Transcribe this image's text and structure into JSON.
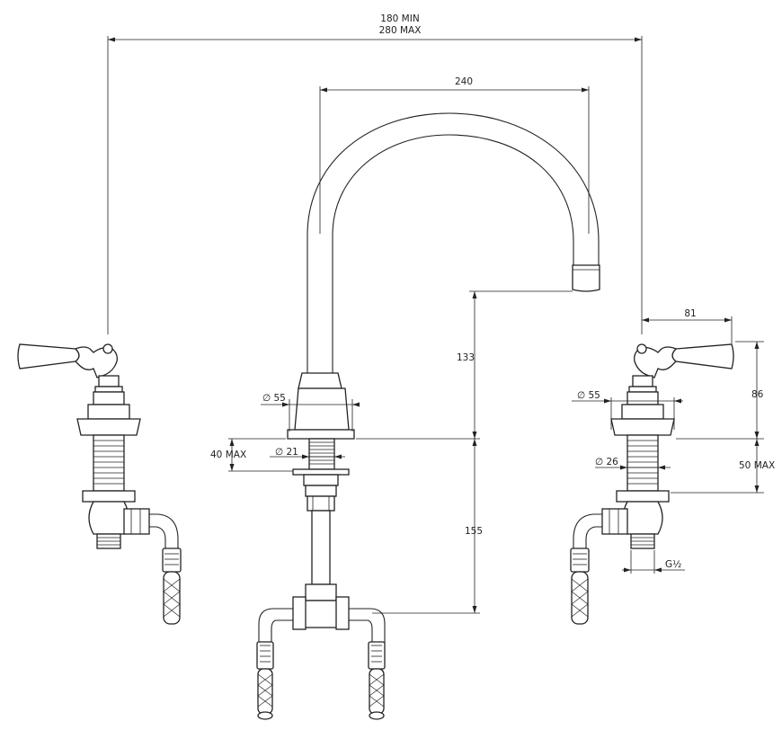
{
  "dimensions": {
    "spread_min": "180 MIN",
    "spread_max": "280 MAX",
    "spout_reach": "240",
    "spout_height": "133",
    "under_counter": "155",
    "handle_offset": "81",
    "handle_height": "86",
    "deck_max_left": "40 MAX",
    "deck_max_right": "50 MAX",
    "center_body_dia": "∅ 55",
    "center_shank_dia": "∅ 21",
    "side_body_dia": "∅ 55",
    "side_shank_dia": "∅ 26",
    "thread": "G½"
  }
}
